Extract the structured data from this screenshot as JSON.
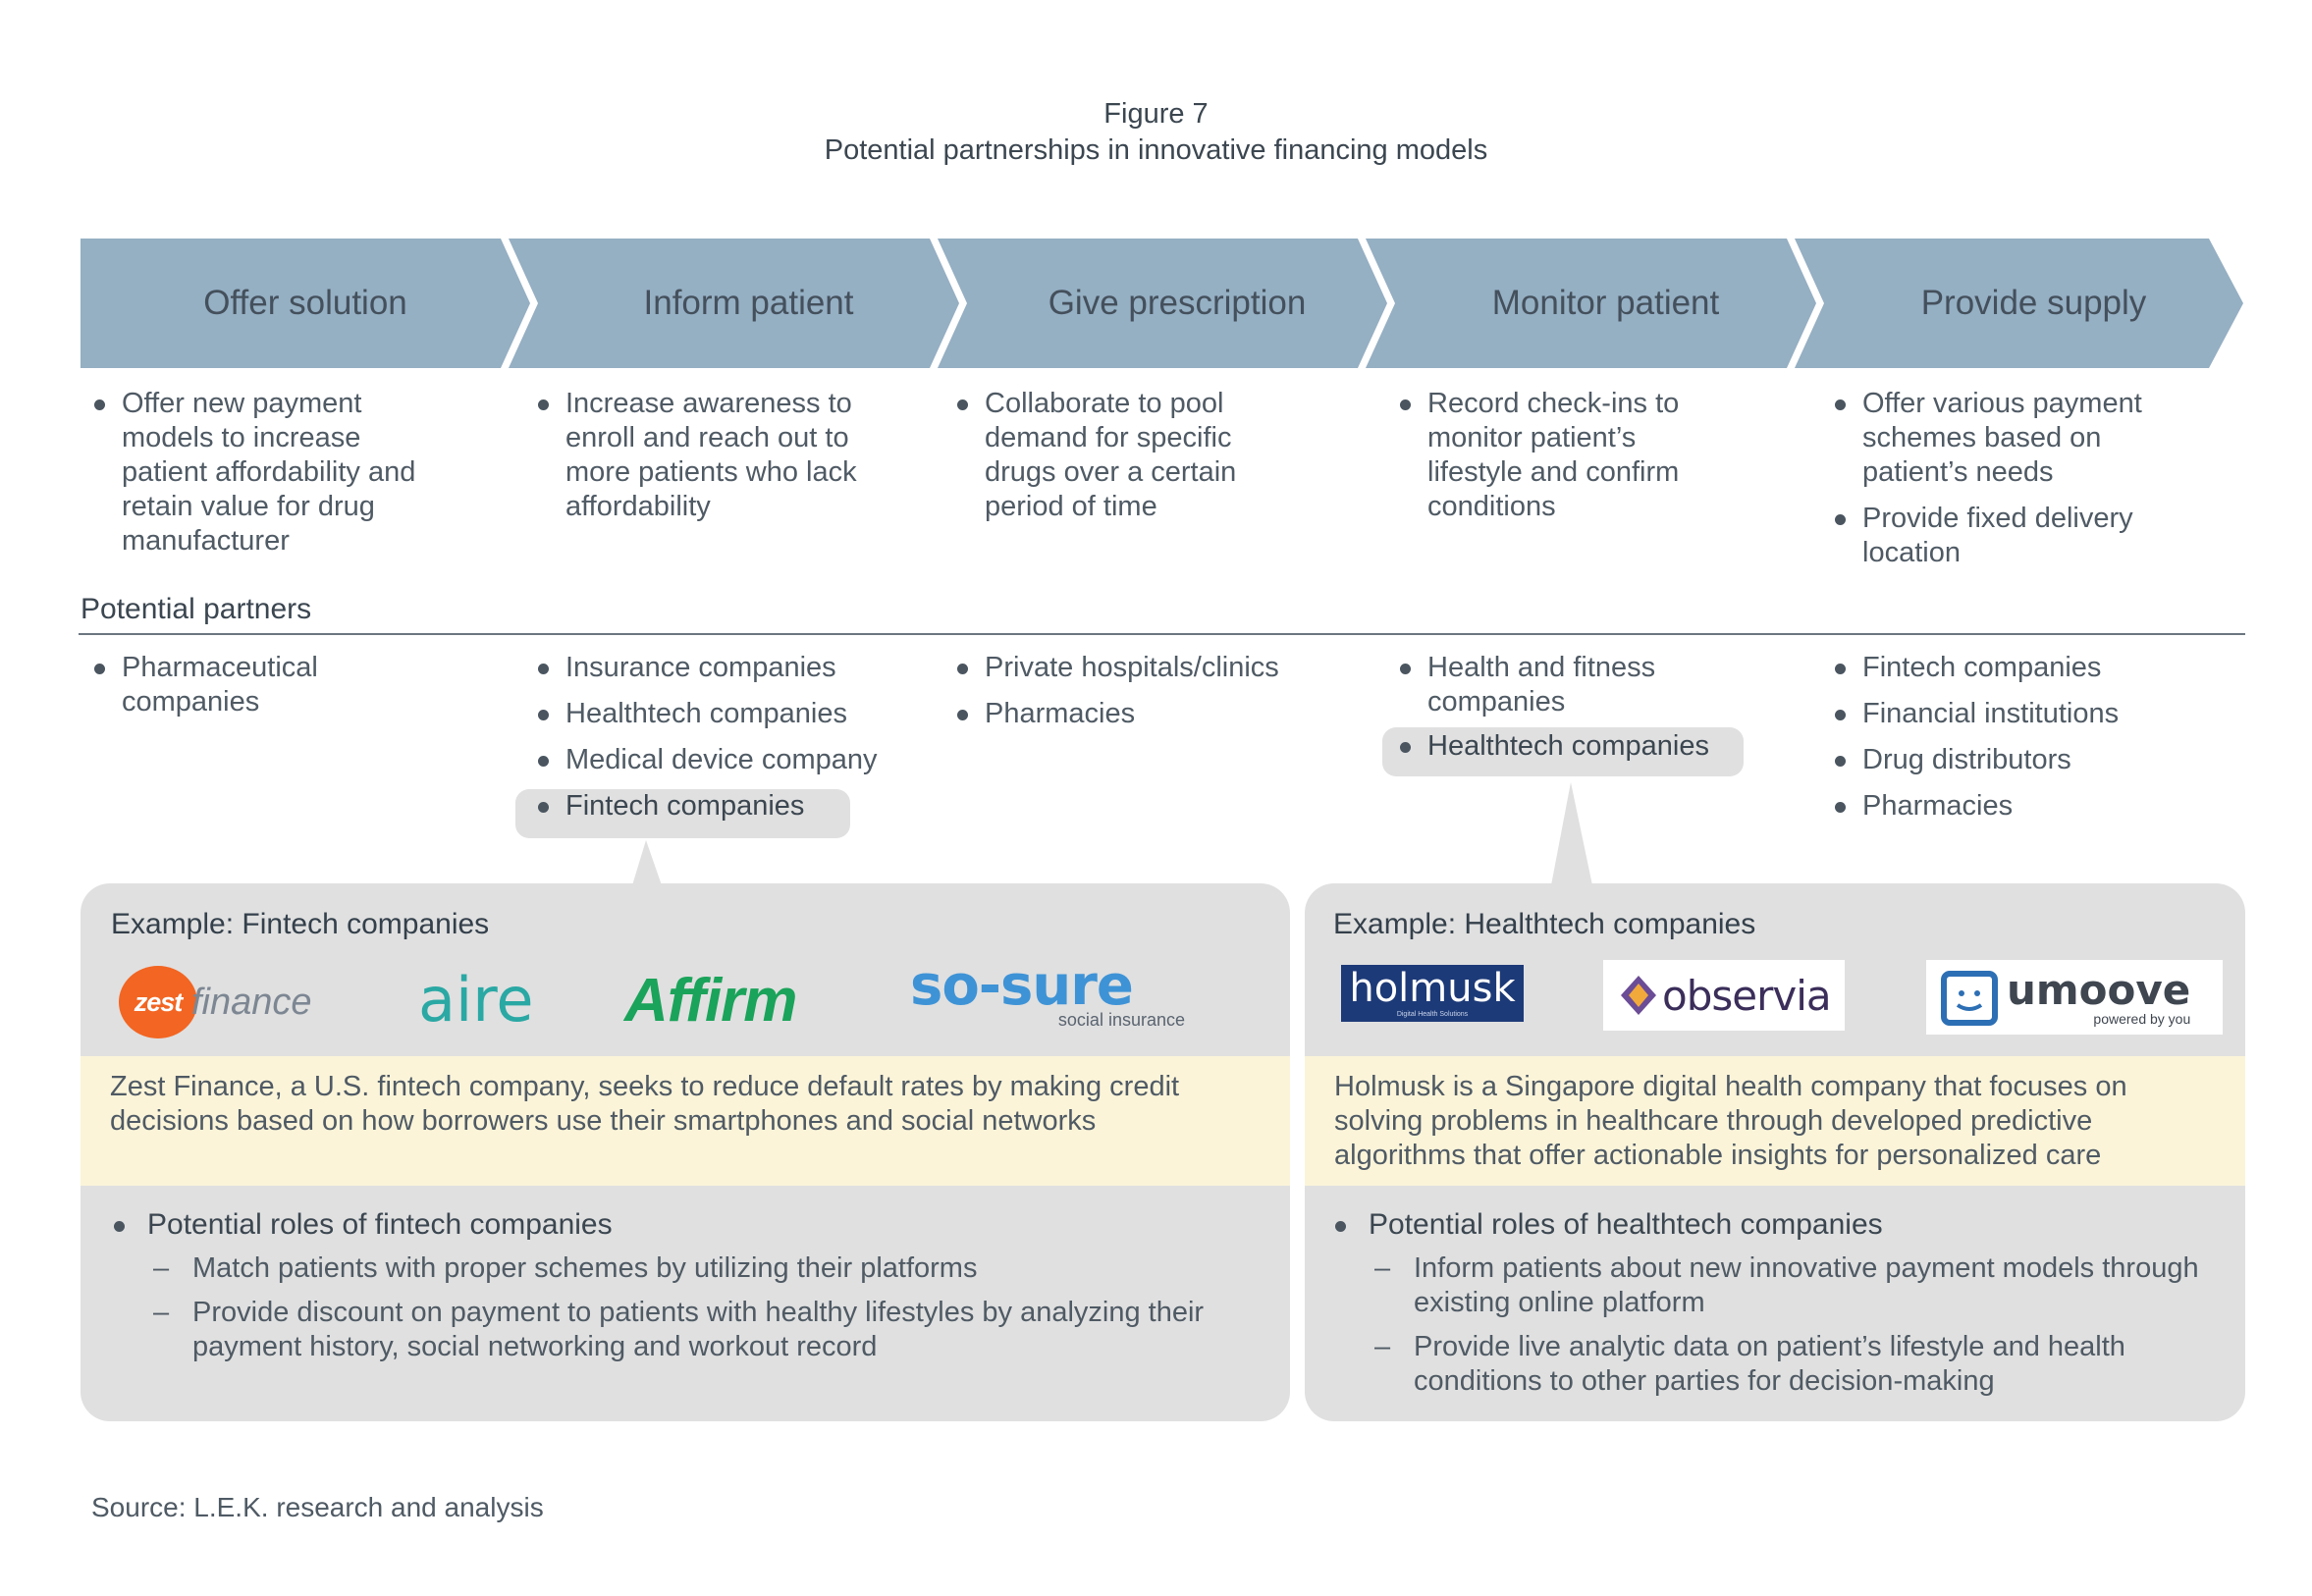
{
  "figure": {
    "number": "Figure 7",
    "title": "Potential partnerships in innovative financing models"
  },
  "steps": [
    {
      "label": "Offer solution",
      "bullets": [
        "Offer new payment models to increase patient affordability and retain value for drug manufacturer"
      ],
      "partners": [
        "Pharmaceutical companies"
      ]
    },
    {
      "label": "Inform patient",
      "bullets": [
        "Increase awareness to enroll and reach out to more patients who lack affordability"
      ],
      "partners": [
        "Insurance companies",
        "Healthtech companies",
        "Medical device company",
        "Fintech companies"
      ]
    },
    {
      "label": "Give prescription",
      "bullets": [
        "Collaborate to pool demand for specific drugs over a certain period of time"
      ],
      "partners": [
        "Private hospitals/clinics",
        "Pharmacies"
      ]
    },
    {
      "label": "Monitor patient",
      "bullets": [
        "Record check-ins to monitor patient’s lifestyle and confirm conditions"
      ],
      "partners": [
        "Health and fitness companies",
        "Healthtech companies"
      ]
    },
    {
      "label": "Provide supply",
      "bullets": [
        "Offer various payment schemes based on patient’s needs",
        "Provide fixed delivery location"
      ],
      "partners": [
        "Fintech companies",
        "Financial institutions",
        "Drug distributors",
        "Pharmacies"
      ]
    }
  ],
  "partners_label": "Potential partners",
  "colors": {
    "chevron": "#95afc3",
    "panel": "#e0e0e0",
    "highlight_band": "#fbf4d9",
    "text": "#4f5a64"
  },
  "examples": [
    {
      "title": "Example: Fintech companies",
      "logos": [
        {
          "badge": "zest",
          "text": "finance",
          "color_badge": "#f26522",
          "color_text": "#7d8793"
        },
        {
          "text": "aire",
          "color": "#2aa8a4"
        },
        {
          "text": "Affirm",
          "color": "#1aa35a"
        },
        {
          "text": "so-sure",
          "sub": "social insurance",
          "color": "#3e93d6"
        }
      ],
      "description": "Zest Finance, a U.S. fintech company, seeks to reduce default rates by making credit decisions based on how borrowers use their smartphones and social networks",
      "roles_heading": "Potential roles of fintech companies",
      "roles": [
        "Match patients with proper schemes by utilizing their platforms",
        "Provide discount on payment to patients with healthy lifestyles by analyzing their payment history, social networking and workout record"
      ]
    },
    {
      "title": "Example: Healthtech companies",
      "logos": [
        {
          "text": "holmusk",
          "tagline": "Digital Health Solutions",
          "color": "#1d3a78"
        },
        {
          "text": "observia",
          "color": "#3b2e5a"
        },
        {
          "text": "umoove",
          "sub": "powered by you",
          "color": "#2d6fb4"
        }
      ],
      "description": "Holmusk is a Singapore digital health company that focuses on solving problems in healthcare through developed predictive algorithms that offer actionable insights for personalized care",
      "roles_heading": "Potential roles of healthtech companies",
      "roles": [
        "Inform patients about new innovative payment models through existing online platform",
        "Provide live analytic data on patient’s lifestyle and health conditions to other parties for decision-making"
      ]
    }
  ],
  "source": "Source: L.E.K. research and analysis"
}
